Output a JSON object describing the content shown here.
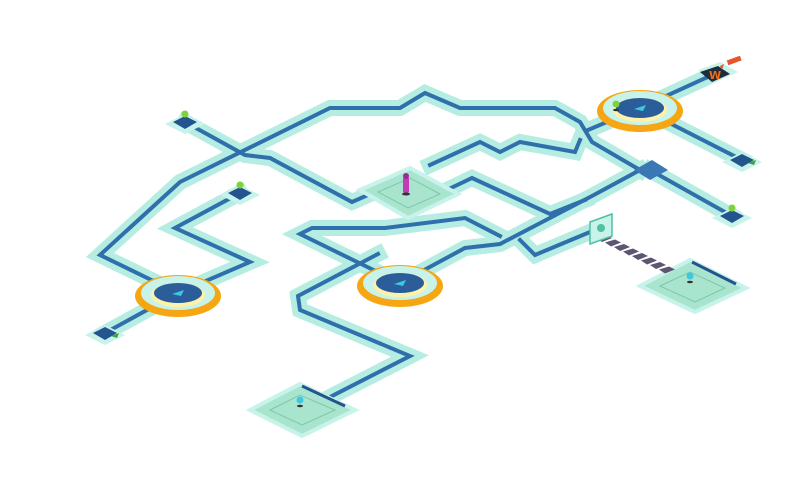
{
  "game": {
    "logo_letter": "W",
    "colors": {
      "path_band": "#b6ede3",
      "path_line": "#2f6fab",
      "path_line_dark": "#24548e",
      "hub_ring": "#f5a612",
      "hub_inner": "#fff1a8",
      "hub_core": "#2a5d9a",
      "hub_arrow": "#3ec8e0",
      "plateau": "#8fd6b9",
      "stairs": "#5d5572",
      "player": "#c23bb8",
      "logo_bg": "#1e2d3a",
      "logo_letter": "#f06a1a"
    },
    "hubs": 3,
    "plateaus": 3
  }
}
